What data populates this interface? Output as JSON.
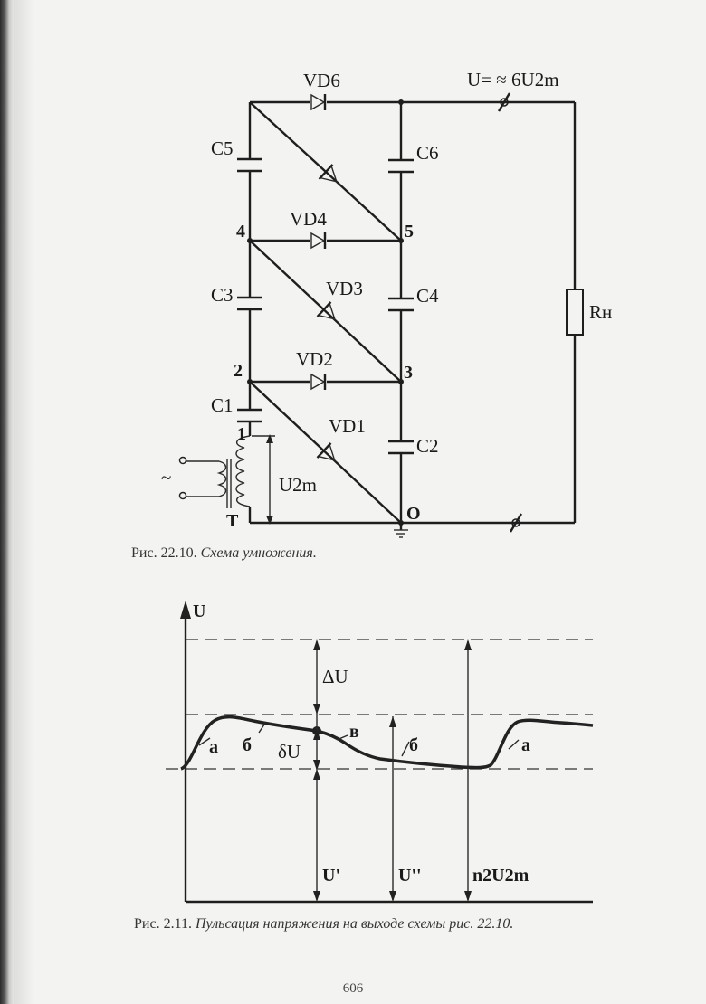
{
  "figure1": {
    "diodes": {
      "vd1": "VD1",
      "vd2": "VD2",
      "vd3": "VD3",
      "vd4": "VD4",
      "vd6": "VD6"
    },
    "capacitors": {
      "c1": "C1",
      "c2": "C2",
      "c3": "C3",
      "c4": "C4",
      "c5": "C5",
      "c6": "C6"
    },
    "nodes": {
      "n1": "1",
      "n2": "2",
      "n3": "3",
      "n4": "4",
      "n5": "5",
      "n0": "O",
      "transformer": "T"
    },
    "output_voltage": "U= ≈ 6U2m",
    "load": "Rн",
    "input_voltage": "U2m",
    "ac_symbol": "~",
    "caption_label": "Рис. 22.10.",
    "caption_text": "Схема умножения."
  },
  "figure2": {
    "axis_label": "U",
    "labels": {
      "delta_u": "ΔU",
      "small_delta_u": "δU",
      "u1": "U'",
      "u2": "U''",
      "n2u2m": "n2U2m",
      "a_left": "а",
      "b_left": "б",
      "v": "в",
      "b_right": "б",
      "a_right": "а"
    },
    "caption_label": "Рис. 2.11.",
    "caption_text": "Пульсация напряжения на выходе схемы рис. 22.10."
  },
  "page_number": "606"
}
